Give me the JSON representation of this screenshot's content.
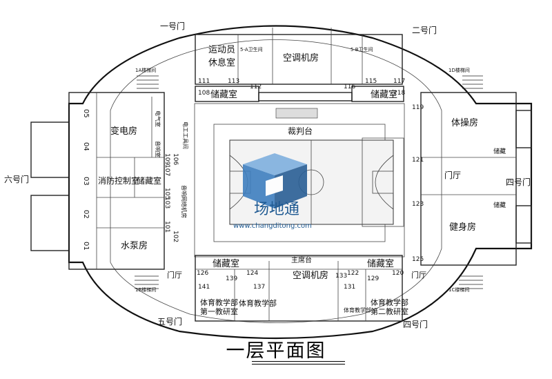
{
  "plan_title": "一层平面图",
  "gates": {
    "gate1": "一号门",
    "gate2": "二号门",
    "gate4_east": "四号门",
    "gate4_south": "四号门",
    "gate5": "五号门",
    "gate6": "六号门"
  },
  "lobby": {
    "east": "门厅",
    "sw": "门厅",
    "se": "门厅"
  },
  "rooms": {
    "athlete_lounge_1": "运动员",
    "athlete_lounge_2": "休息室",
    "ac_room_north": "空调机房",
    "storage_nw": "储藏室",
    "storage_ne": "储藏室",
    "referee_platform": "裁判台",
    "transformer": "变电房",
    "fire_control": "消防控制室",
    "storage_west": "储藏室",
    "water_pump": "水泵房",
    "gymnastics": "体操房",
    "fitness": "健身房",
    "storage_sw": "储藏室",
    "storage_se": "储藏室",
    "rostrum": "主席台",
    "ac_room_south": "空调机房",
    "pe_office_1": "体育教学部",
    "pe_office_1b": "第一教研室",
    "pe_office_main": "体育教学部",
    "pe_office_2": "体育教学部",
    "pe_office_2b": "第二教研室",
    "pe_office_small": "体育教学部",
    "west_elec": "电气室",
    "sound_room": "音响室",
    "elec_strip": "电工工具间",
    "network_room": "音响网络机房",
    "storage_small_e1": "储藏",
    "storage_small_e2": "储藏",
    "stair_1a": "1A楼梯间",
    "stair_1b": "1B楼梯间",
    "stair_1c": "1C楼梯间",
    "stair_1d": "1D楼梯间",
    "wc_4a": "5-A卫生间",
    "wc_4b": "5-B卫生间"
  },
  "room_numbers": {
    "n111": "111",
    "n113": "113",
    "n112": "112",
    "n116": "116",
    "n115": "115",
    "n117": "117",
    "n108": "108",
    "n118": "118",
    "n119": "119",
    "n121": "121",
    "n123": "123",
    "n125": "125",
    "n109": "109",
    "n107": "107",
    "n106": "106",
    "n105": "105",
    "n103": "103",
    "n101": "101",
    "n102": "102",
    "n126": "126",
    "n124": "124",
    "n141": "141",
    "n139": "139",
    "n137": "137",
    "n133": "133",
    "n122": "122",
    "n129": "129",
    "n120": "120",
    "n131": "131",
    "n05": "05",
    "n04": "04",
    "n03": "03",
    "n02": "02",
    "n01": "01"
  },
  "watermark": {
    "brand": "场地通",
    "url": "www.changditong.com",
    "colors": {
      "logo_blue": "#3f7fbf",
      "logo_dark": "#2a5f95",
      "logo_light": "#b9d3ec"
    }
  }
}
